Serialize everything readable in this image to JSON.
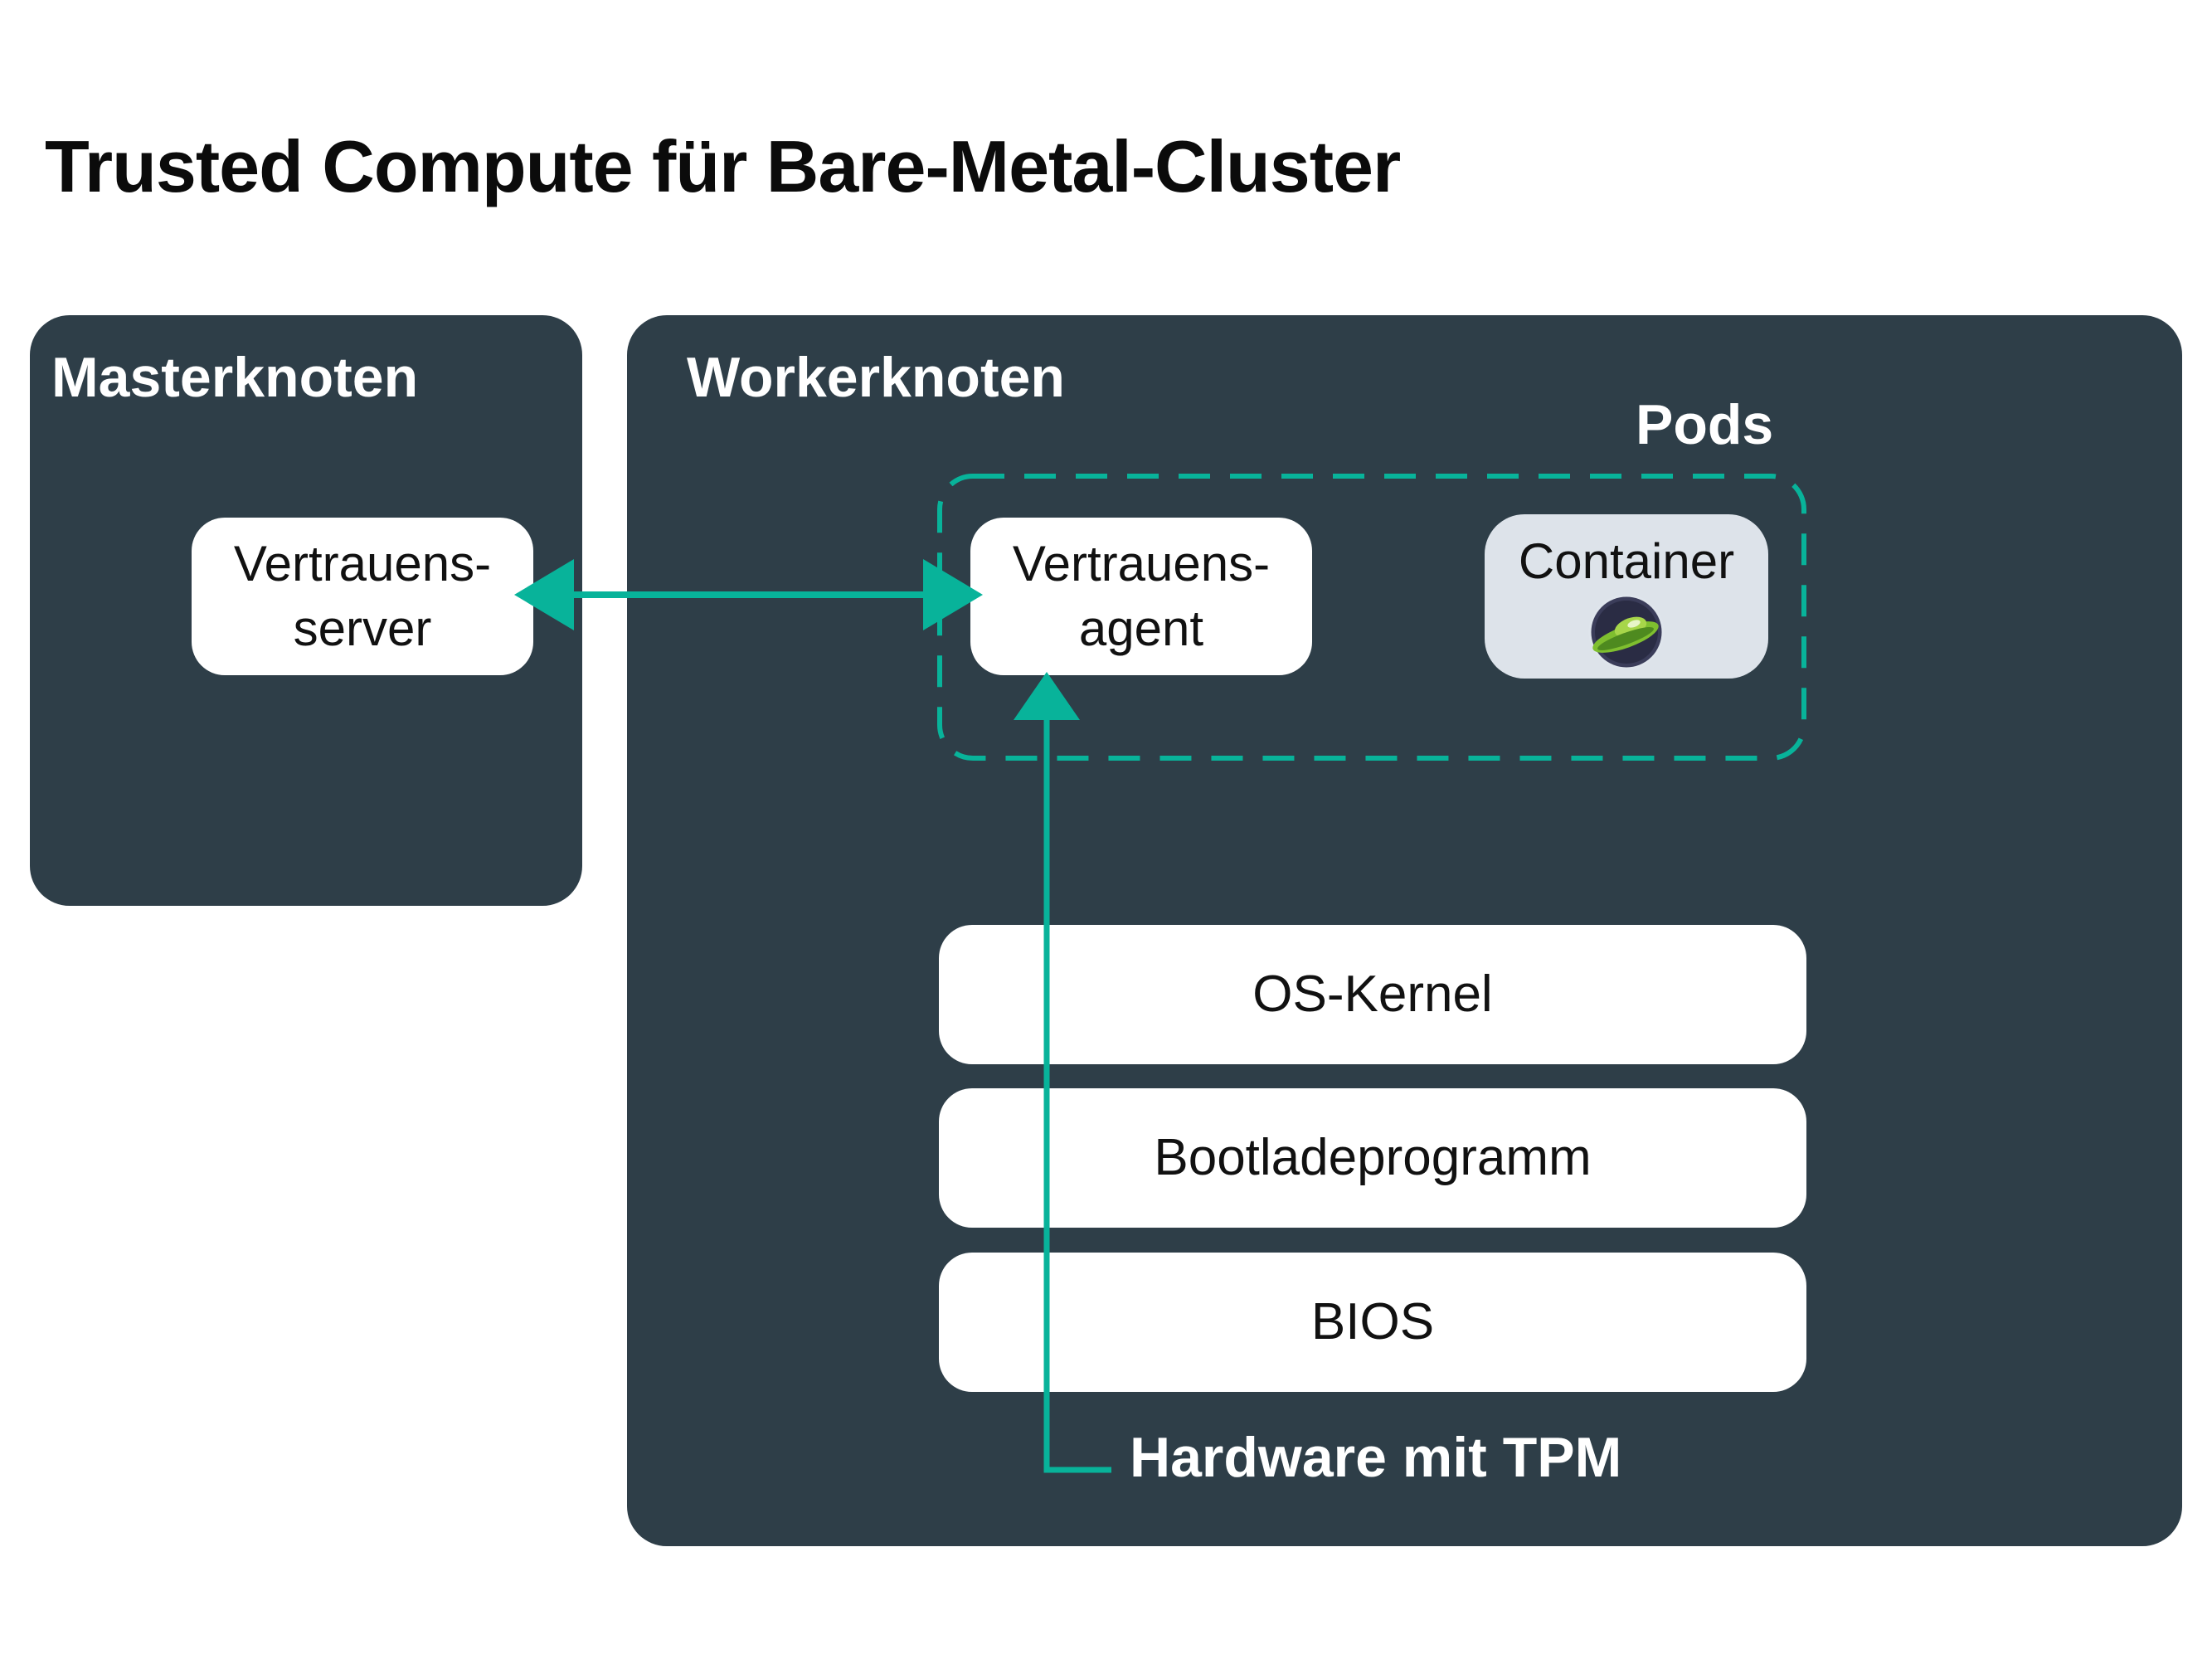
{
  "title": "Trusted Compute für Bare-Metal-Cluster",
  "master": {
    "label": "Masterknoten",
    "trust_server": [
      "Vertrauens-",
      "server"
    ]
  },
  "worker": {
    "label": "Workerknoten",
    "pods_label": "Pods",
    "trust_agent": [
      "Vertrauens-",
      "agent"
    ],
    "container_label": "Container",
    "layers": [
      "OS-Kernel",
      "Bootladeprogramm",
      "BIOS"
    ],
    "hardware_label": "Hardware mit TPM"
  },
  "colors": {
    "panel": "#2e3e48",
    "accent": "#08b39a",
    "container_bg": "#dde3ea"
  },
  "icons": {
    "container": "spaceship-logo-icon"
  }
}
